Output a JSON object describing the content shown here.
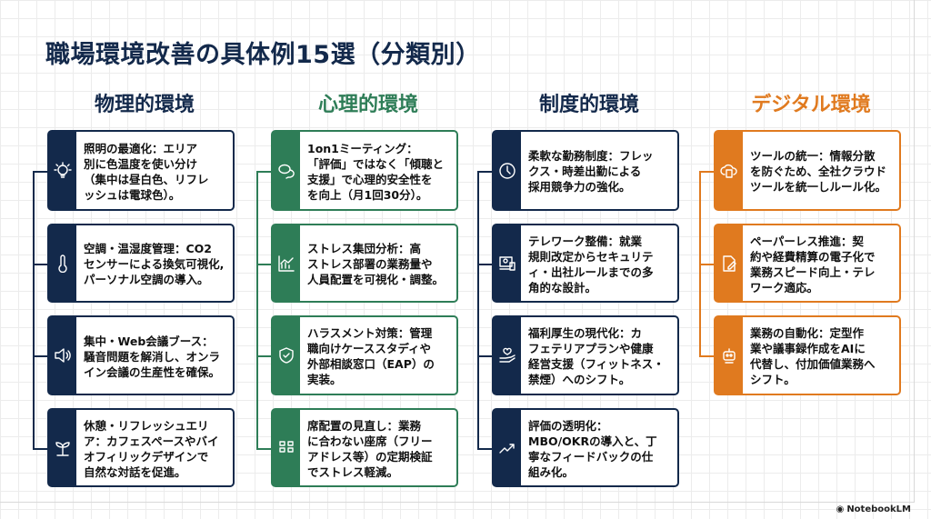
{
  "title": "職場環境改善の具体例15選（分類別）",
  "colors": {
    "navy": "#13294b",
    "green": "#2e7d57",
    "orange": "#e07a1f"
  },
  "columns": [
    {
      "heading": "物理的環境",
      "color": "#13294b",
      "items": [
        {
          "icon": "lightbulb-icon",
          "text": "照明の最適化：エリア\n別に色温度を使い分け\n（集中は昼白色、リフレ\nッシュは電球色）。"
        },
        {
          "icon": "thermometer-icon",
          "text": "空調・温湿度管理：CO2\nセンサーによる換気可視化,\nパーソナル空調の導入。"
        },
        {
          "icon": "speaker-icon",
          "text": "集中・Web会議ブース：\n騒音問題を解消し、オンラ\nイン会議の生産性を確保。"
        },
        {
          "icon": "sprout-icon",
          "text": "休憩・リフレッシュエリ\nア：カフェスペースやバイ\nオフィリックデザインで\n自然な対話を促進。"
        }
      ]
    },
    {
      "heading": "心理的環境",
      "color": "#2e7d57",
      "items": [
        {
          "icon": "chat-bubbles-icon",
          "text": "1on1ミーティング：\n「評価」ではなく「傾聴と\n支援」で心理的安全性を\nを向上（月1回30分）。"
        },
        {
          "icon": "chart-icon",
          "text": "ストレス集団分析：高\nストレス部署の業務量や\n人員配置を可視化・調整。"
        },
        {
          "icon": "shield-check-icon",
          "text": "ハラスメント対策：管理\n職向けケーススタディや\n外部相談窓口（EAP）の\n実装。"
        },
        {
          "icon": "seating-icon",
          "text": "席配置の見直し：業務\nに合わない座席（フリー\nアドレス等）の定期検証\nでストレス軽減。"
        }
      ]
    },
    {
      "heading": "制度的環境",
      "color": "#13294b",
      "items": [
        {
          "icon": "clock-icon",
          "text": "柔軟な勤務制度：フレッ\nクス・時差出勤による\n採用競争力の強化。"
        },
        {
          "icon": "telework-icon",
          "text": "テレワーク整備：就業\n規則改定からセキュリテ\nィ・出社ルールまでの多\n角的な設計。"
        },
        {
          "icon": "heart-hand-icon",
          "text": "福利厚生の現代化：カ\nフェテリアプランや健康\n経営支援（フィットネス・\n禁煙）へのシフト。"
        },
        {
          "icon": "trend-up-icon",
          "text": "評価の透明化：\nMBO/OKRの導入と、丁\n寧なフィードバックの仕\n組み化。"
        }
      ]
    },
    {
      "heading": "デジタル環境",
      "color": "#e07a1f",
      "items": [
        {
          "icon": "cloud-icon",
          "text": "ツールの統一：情報分散\nを防ぐため、全社クラウド\nツールを統一しルール化。"
        },
        {
          "icon": "document-edit-icon",
          "text": "ペーパーレス推進：契\n約や経費精算の電子化で\n業務スピード向上・テレ\nワーク適応。"
        },
        {
          "icon": "robot-icon",
          "text": "業務の自動化：定型作\n業や議事録作成をAIに\n代替し、付加価値業務へ\nシフト。"
        }
      ]
    }
  ],
  "watermark": "NotebookLM"
}
